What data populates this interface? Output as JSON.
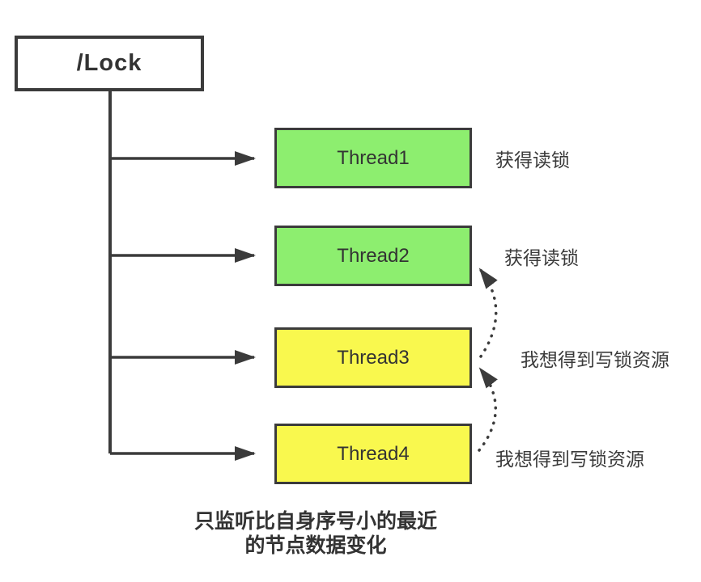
{
  "diagram": {
    "root_node": {
      "label": "/Lock"
    },
    "threads": [
      {
        "label": "Thread1",
        "status": "获得读锁",
        "fill": "green"
      },
      {
        "label": "Thread2",
        "status": "获得读锁",
        "fill": "green"
      },
      {
        "label": "Thread3",
        "status": "我想得到写锁资源",
        "fill": "yellow"
      },
      {
        "label": "Thread4",
        "status": "我想得到写锁资源",
        "fill": "yellow"
      }
    ],
    "watch_edges": [
      {
        "from": "Thread3",
        "to": "Thread2"
      },
      {
        "from": "Thread4",
        "to": "Thread3"
      }
    ],
    "caption": {
      "line1": "只监听比自身序号小的最近",
      "line2": "的节点数据变化"
    },
    "colors": {
      "green": "#8dee6f",
      "yellow": "#f9f84e",
      "stroke": "#3b3b3b",
      "text": "#333333",
      "background": "#ffffff"
    }
  }
}
